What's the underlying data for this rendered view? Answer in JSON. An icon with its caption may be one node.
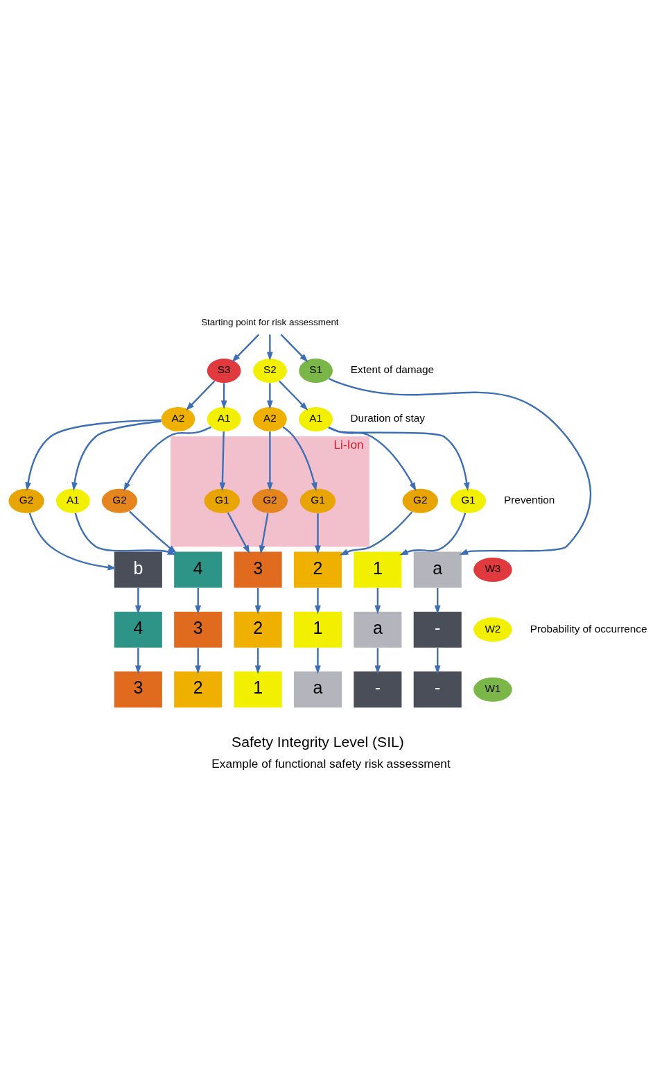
{
  "diagram": {
    "caption": "Example of functional safety risk assessment",
    "nodes": [
      {
        "text": [
          "Starting point for risk assessment"
        ]
      },
      {
        "text": [
          "S1"
        ]
      },
      {
        "text": [
          "S2"
        ]
      },
      {
        "text": [
          "S3"
        ]
      },
      {
        "text": [
          "A1"
        ]
      },
      {
        "text": [
          "A2"
        ]
      },
      {
        "text": [
          "A1"
        ]
      },
      {
        "text": [
          "A2"
        ]
      },
      {
        "text": [
          "Li-Ion"
        ]
      },
      {
        "text": [
          "G1"
        ]
      },
      {
        "text": [
          "G2"
        ]
      },
      {
        "text": [
          "G1"
        ],
        "in": 8
      },
      {
        "text": [
          "G2"
        ],
        "in": 8
      },
      {
        "text": [
          "G1"
        ],
        "in": 8
      },
      {
        "text": [
          "G2"
        ]
      },
      {
        "text": [
          "A1"
        ]
      },
      {
        "text": [
          "G2"
        ]
      },
      {
        "text": [
          "W3"
        ]
      },
      {
        "text": [
          "W2"
        ]
      },
      {
        "text": [
          "W1"
        ]
      },
      {
        "text": [
          "a"
        ]
      },
      {
        "text": [
          "1"
        ]
      },
      {
        "text": [
          "2"
        ]
      },
      {
        "text": [
          "3"
        ]
      },
      {
        "text": [
          "4"
        ]
      },
      {
        "text": [
          "b"
        ]
      },
      {
        "text": [
          "-"
        ]
      },
      {
        "text": [
          "a"
        ]
      },
      {
        "text": [
          "1"
        ]
      },
      {
        "text": [
          "2"
        ]
      },
      {
        "text": [
          "3"
        ]
      },
      {
        "text": [
          "4"
        ]
      },
      {
        "text": [
          "-"
        ]
      },
      {
        "text": [
          "-"
        ]
      },
      {
        "text": [
          "a"
        ]
      },
      {
        "text": [
          "1"
        ]
      },
      {
        "text": [
          "2"
        ]
      },
      {
        "text": [
          "3"
        ]
      }
    ],
    "edges": [
      {
        "from": 0,
        "to": 1,
        "arrow": "to"
      },
      {
        "from": 0,
        "to": 2,
        "arrow": "to"
      },
      {
        "from": 0,
        "to": 3,
        "arrow": "to"
      },
      {
        "from": 1,
        "to": 20,
        "arrow": "to"
      },
      {
        "from": 2,
        "to": 4,
        "arrow": "to"
      },
      {
        "from": 2,
        "to": 5,
        "arrow": "to"
      },
      {
        "from": 3,
        "to": 6,
        "arrow": "to"
      },
      {
        "from": 3,
        "to": 7,
        "arrow": "to"
      },
      {
        "from": 4,
        "to": 9,
        "arrow": "to"
      },
      {
        "from": 4,
        "to": 10,
        "arrow": "to"
      },
      {
        "from": 5,
        "to": 11,
        "arrow": "to"
      },
      {
        "from": 5,
        "to": 12,
        "arrow": "to"
      },
      {
        "from": 6,
        "to": 13,
        "arrow": "to"
      },
      {
        "from": 6,
        "to": 14,
        "arrow": "to"
      },
      {
        "from": 7,
        "to": 15,
        "arrow": "to"
      },
      {
        "from": 7,
        "to": 16,
        "arrow": "to"
      },
      {
        "from": 9,
        "to": 21,
        "arrow": "to"
      },
      {
        "from": 10,
        "to": 22,
        "arrow": "to"
      },
      {
        "from": 11,
        "to": 22,
        "arrow": "to"
      },
      {
        "from": 12,
        "to": 23,
        "arrow": "to"
      },
      {
        "from": 13,
        "to": 23,
        "arrow": "to"
      },
      {
        "from": 14,
        "to": 24,
        "arrow": "to"
      },
      {
        "from": 15,
        "to": 24,
        "arrow": "to"
      },
      {
        "from": 16,
        "to": 25,
        "arrow": "to"
      },
      {
        "from": 20,
        "to": 26,
        "arrow": "to"
      },
      {
        "from": 21,
        "to": 27,
        "arrow": "to"
      },
      {
        "from": 22,
        "to": 28,
        "arrow": "to"
      },
      {
        "from": 23,
        "to": 29,
        "arrow": "to"
      },
      {
        "from": 24,
        "to": 30,
        "arrow": "to"
      },
      {
        "from": 25,
        "to": 31,
        "arrow": "to"
      },
      {
        "from": 26,
        "to": 32,
        "arrow": "to"
      },
      {
        "from": 27,
        "to": 33,
        "arrow": "to"
      },
      {
        "from": 28,
        "to": 34,
        "arrow": "to"
      },
      {
        "from": 29,
        "to": 35,
        "arrow": "to"
      },
      {
        "from": 30,
        "to": 36,
        "arrow": "to"
      },
      {
        "from": 31,
        "to": 37,
        "arrow": "to"
      }
    ],
    "labels": [
      "Extent of damage",
      "Duration of stay",
      "Prevention",
      "Probability of occurrence",
      "Safety Integrity Level (SIL)"
    ]
  }
}
